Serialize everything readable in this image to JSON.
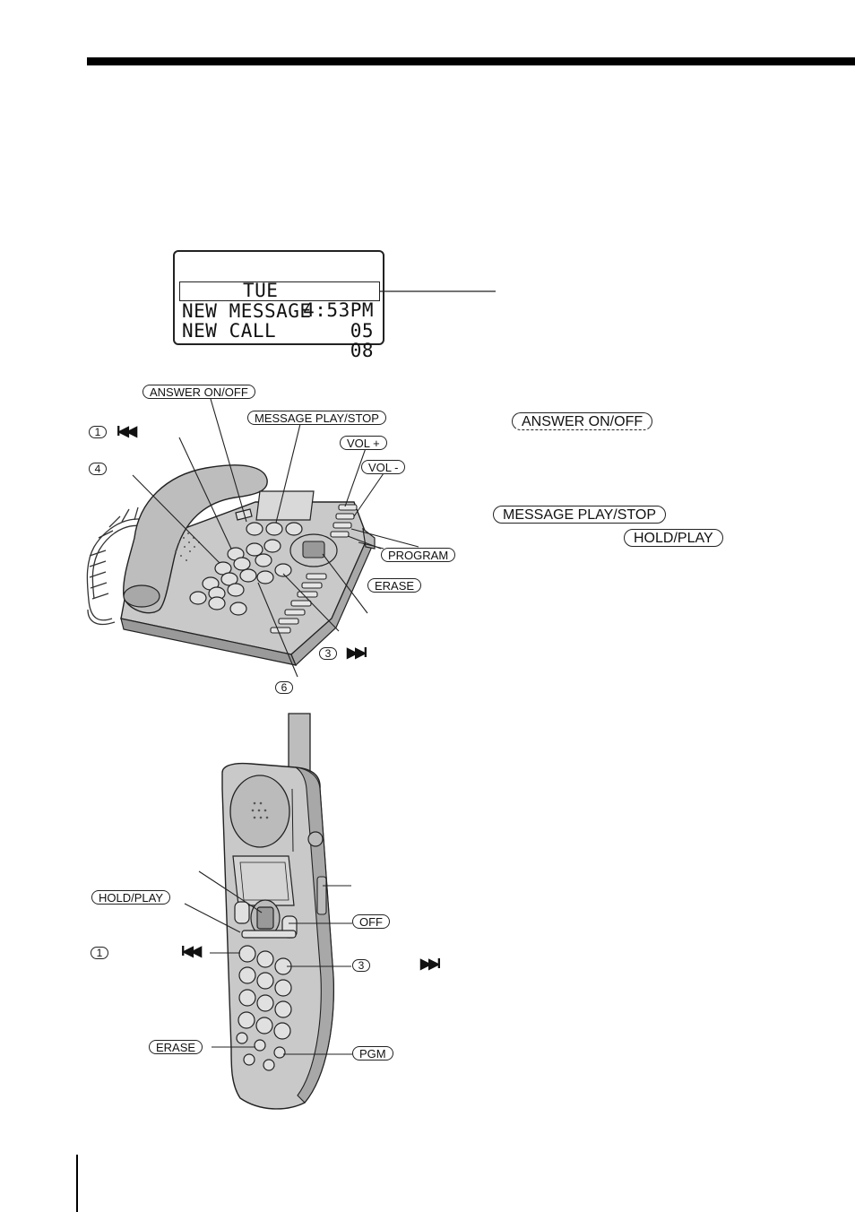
{
  "lcd": {
    "line1": {
      "left": "TUE",
      "right": "4:53PM"
    },
    "line2": {
      "left": "NEW MESSAGE",
      "right": "05"
    },
    "line3": {
      "left": "NEW CALL",
      "right": "08"
    }
  },
  "base_labels": {
    "answer_on_off": "ANSWER ON/OFF",
    "message_play_stop": "MESSAGE PLAY/STOP",
    "vol_plus": "VOL +",
    "vol_minus": "VOL -",
    "program": "PROGRAM",
    "erase": "ERASE",
    "key_1": "1",
    "key_4": "4",
    "key_3": "3",
    "key_6": "6",
    "rewind_glyph": "I◀◀",
    "forward_glyph": "▶▶I"
  },
  "side_labels": {
    "answer_on_off": "ANSWER ON/OFF",
    "message_play_stop": "MESSAGE PLAY/STOP",
    "hold_play": "HOLD/PLAY"
  },
  "handset_labels": {
    "hold_play": "HOLD/PLAY",
    "off": "OFF",
    "key_1": "1",
    "key_3": "3",
    "erase": "ERASE",
    "pgm": "PGM",
    "rewind_glyph": "I◀◀",
    "forward_glyph": "▶▶I"
  },
  "colors": {
    "ink": "#111111",
    "body_gray": "#c9c9c9",
    "body_dark": "#9a9a9a"
  }
}
